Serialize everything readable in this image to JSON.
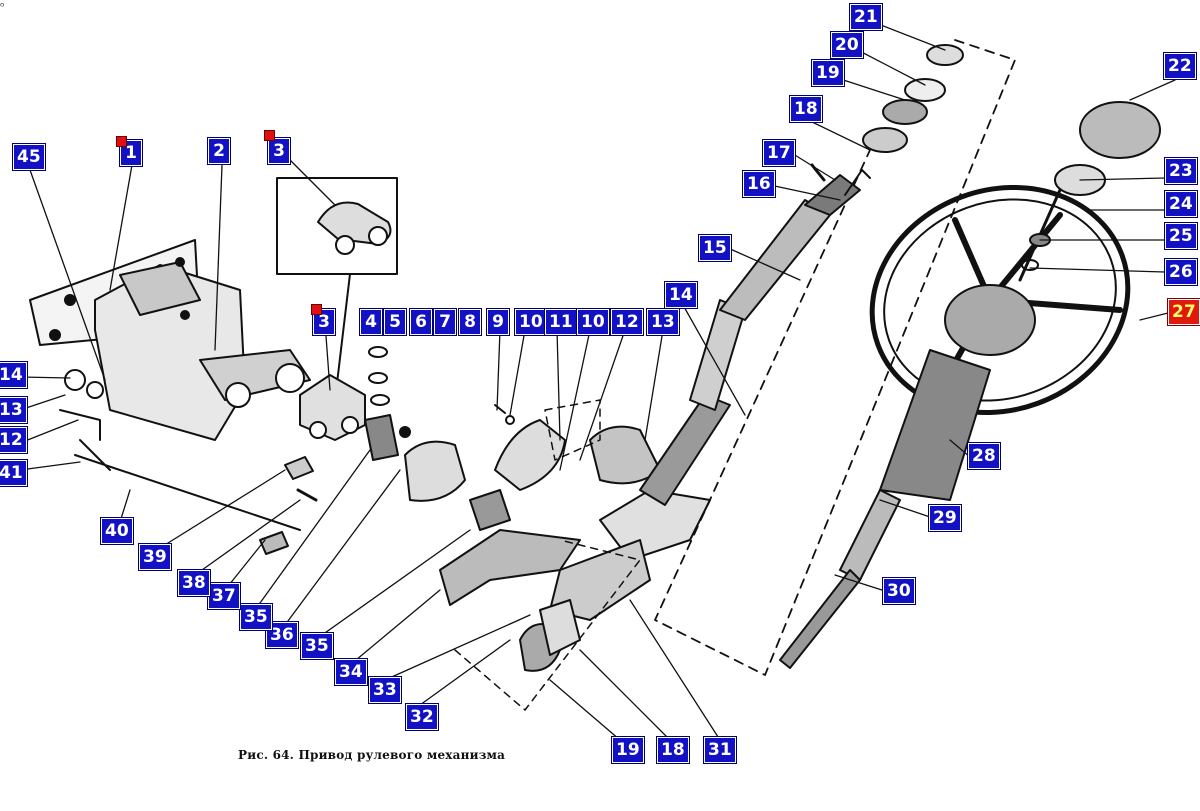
{
  "caption": "Рис. 64. Привод рулевого механизма",
  "corner_mark": "ᵒ",
  "selected_label": "27",
  "colors": {
    "callout_bg": "#1212c4",
    "callout_selected_bg": "#e0180e",
    "marker": "#e01010",
    "ink": "#111111"
  },
  "callouts": [
    "1",
    "2",
    "3",
    "3",
    "4",
    "5",
    "6",
    "7",
    "8",
    "9",
    "10",
    "11",
    "10",
    "12",
    "13",
    "14",
    "15",
    "16",
    "17",
    "18",
    "19",
    "20",
    "21",
    "22",
    "23",
    "24",
    "25",
    "26",
    "27",
    "28",
    "29",
    "30",
    "31",
    "18",
    "19",
    "32",
    "33",
    "34",
    "35",
    "36",
    "35",
    "37",
    "38",
    "39",
    "40",
    "41",
    "12",
    "13",
    "14",
    "45"
  ],
  "flagged_callouts": [
    "1",
    "3",
    "3"
  ]
}
